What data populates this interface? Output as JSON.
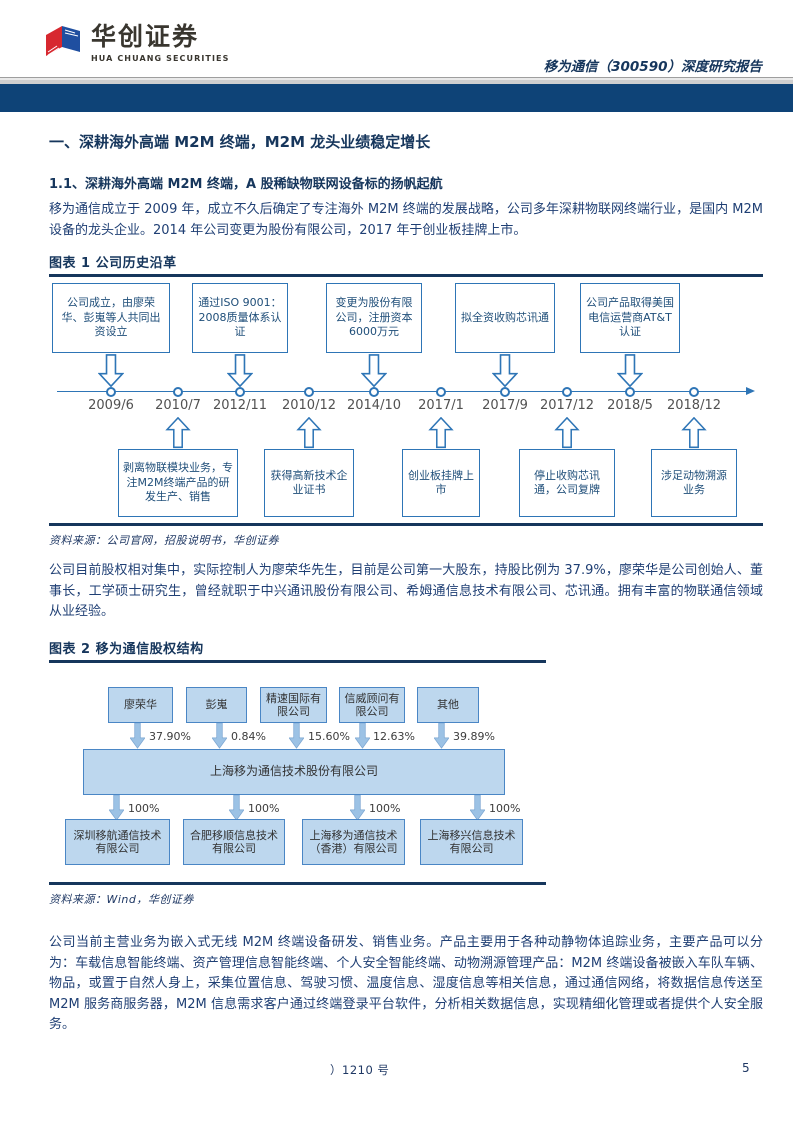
{
  "header": {
    "brand_cn": "华创证券",
    "brand_en": "HUA CHUANG SECURITIES",
    "report_title": "移为通信（300590）深度研究报告"
  },
  "colors": {
    "banner_blue": "#0e4377",
    "navy_text": "#16365c",
    "body_text": "#1f3f74",
    "timeline_blue": "#2e75b6",
    "orgbox_fill": "#bdd7ee",
    "orgbox_border": "#4a86c5",
    "org_arrow_fill": "#9cc2e5"
  },
  "section": {
    "h1": "一、深耕海外高端 M2M 终端，M2M 龙头业绩稳定增长",
    "h2": "1.1、深耕海外高端 M2M 终端，A 股稀缺物联网设备标的扬帆起航"
  },
  "paragraphs": {
    "p1": "移为通信成立于 2009 年，成立不久后确定了专注海外 M2M 终端的发展战略，公司多年深耕物联网终端行业，是国内 M2M 设备的龙头企业。2014 年公司变更为股份有限公司，2017 年于创业板挂牌上市。",
    "p2": "公司目前股权相对集中，实际控制人为廖荣华先生，目前是公司第一大股东，持股比例为 37.9%，廖荣华是公司创始人、董事长，工学硕士研究生，曾经就职于中兴通讯股份有限公司、希姆通信息技术有限公司、芯讯通。拥有丰富的物联通信领域从业经验。",
    "p3": "公司当前主营业务为嵌入式无线 M2M 终端设备研发、销售业务。产品主要用于各种动静物体追踪业务，主要产品可以分为：车载信息智能终端、资产管理信息智能终端、个人安全智能终端、动物溯源管理产品：M2M 终端设备被嵌入车队车辆、物品，或置于自然人身上，采集位置信息、驾驶习惯、温度信息、湿度信息等相关信息，通过通信网络，将数据信息传送至 M2M 服务商服务器，M2M 信息需求客户通过终端登录平台软件，分析相关数据信息，实现精细化管理或者提供个人安全服务。"
  },
  "figure1": {
    "caption": "图表 1  公司历史沿革",
    "source": "资料来源：公司官网，招股说明书，华创证券",
    "timeline": {
      "events": [
        {
          "date": "2009/6",
          "side": "top",
          "label": "公司成立，由廖荣华、彭嵬等人共同出资设立"
        },
        {
          "date": "2010/7",
          "side": "bottom",
          "label": "剥离物联模块业务，专注M2M终端产品的研发生产、销售"
        },
        {
          "date": "2012/11",
          "side": "top",
          "label": "通过ISO 9001：2008质量体系认证"
        },
        {
          "date": "2010/12",
          "side": "bottom",
          "label": "获得高新技术企业证书"
        },
        {
          "date": "2014/10",
          "side": "top",
          "label": "变更为股份有限公司，注册资本6000万元"
        },
        {
          "date": "2017/1",
          "side": "bottom",
          "label": "创业板挂牌上市"
        },
        {
          "date": "2017/9",
          "side": "top",
          "label": "拟全资收购芯讯通"
        },
        {
          "date": "2017/12",
          "side": "bottom",
          "label": "停止收购芯讯通，公司复牌"
        },
        {
          "date": "2018/5",
          "side": "top",
          "label": "公司产品取得美国电信运营商AT&T认证"
        },
        {
          "date": "2018/12",
          "side": "bottom",
          "label": "涉足动物溯源业务"
        }
      ]
    }
  },
  "figure2": {
    "caption": "图表 2  移为通信股权结构",
    "source": "资料来源：Wind，华创证券",
    "parent_company": "上海移为通信技术股份有限公司",
    "shareholders": [
      {
        "name": "廖荣华",
        "pct": "37.90%"
      },
      {
        "name": "彭嵬",
        "pct": "0.84%"
      },
      {
        "name": "精速国际有限公司",
        "pct": "15.60%"
      },
      {
        "name": "信威顾问有限公司",
        "pct": "12.63%"
      },
      {
        "name": "其他",
        "pct": "39.89%"
      }
    ],
    "subsidiaries": [
      {
        "name": "深圳移航通信技术有限公司",
        "pct": "100%"
      },
      {
        "name": "合肥移顺信息技术有限公司",
        "pct": "100%"
      },
      {
        "name": "上海移为通信技术（香港）有限公司",
        "pct": "100%"
      },
      {
        "name": "上海移兴信息技术有限公司",
        "pct": "100%"
      }
    ]
  },
  "footer": {
    "license_fragment": "）1210 号",
    "page_number": "5"
  }
}
